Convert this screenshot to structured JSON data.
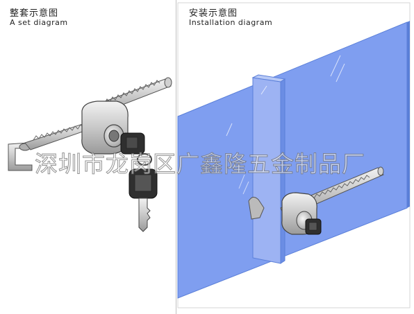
{
  "set_diagram": {
    "title_zh": "整套示意图",
    "title_en": "A set diagram"
  },
  "installation_diagram": {
    "title_zh": "安装示意图",
    "title_en": "Installation diagram"
  },
  "watermark_text": "深圳市龙岗区广鑫隆五金制品厂",
  "colors": {
    "glass": "#7f9ef0",
    "glass_edge": "#5a7fd8",
    "metal": "#c9c9c9",
    "metal_dark": "#8a8a8a",
    "key_dark": "#3a3a3a"
  }
}
